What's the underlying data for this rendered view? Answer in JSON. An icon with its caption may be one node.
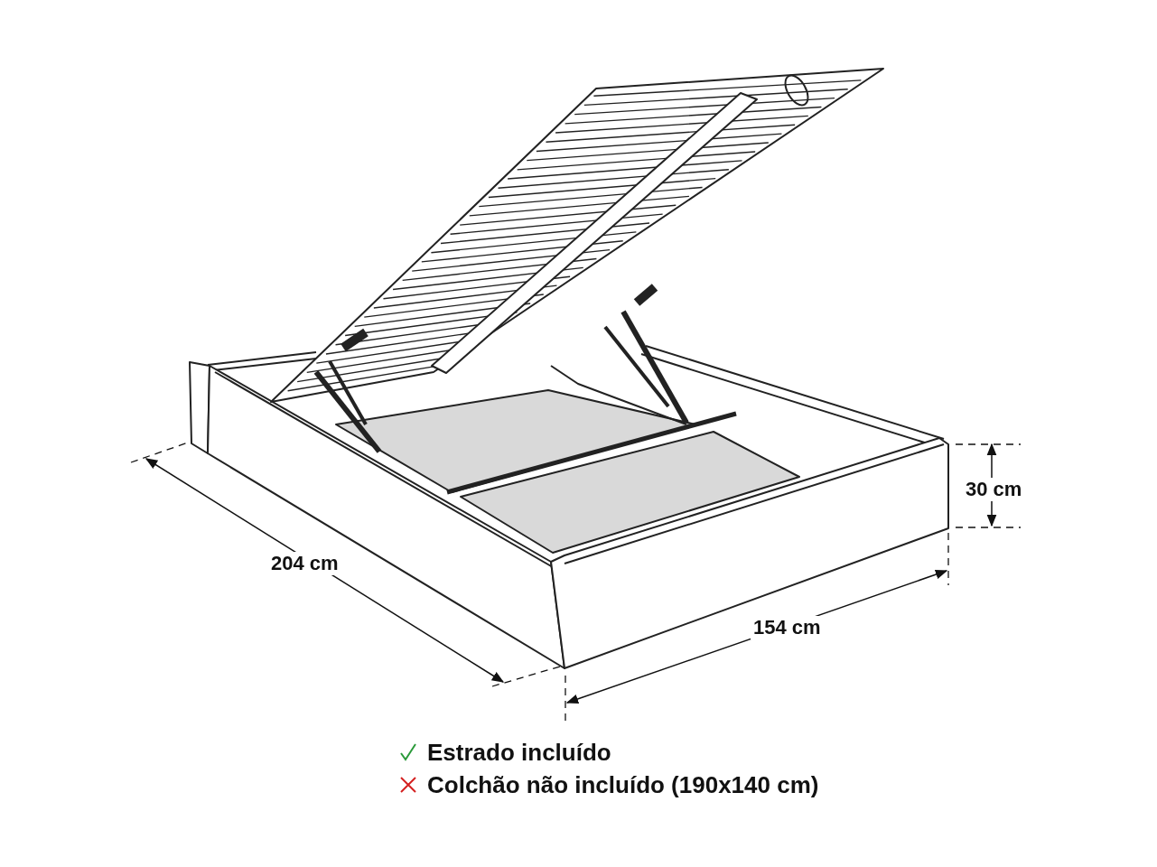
{
  "diagram": {
    "labels": [
      "30 cm",
      "204 cm",
      "154 cm",
      "Estrado incluído",
      "Colchão não incluído (190x140 cm)"
    ]
  }
}
